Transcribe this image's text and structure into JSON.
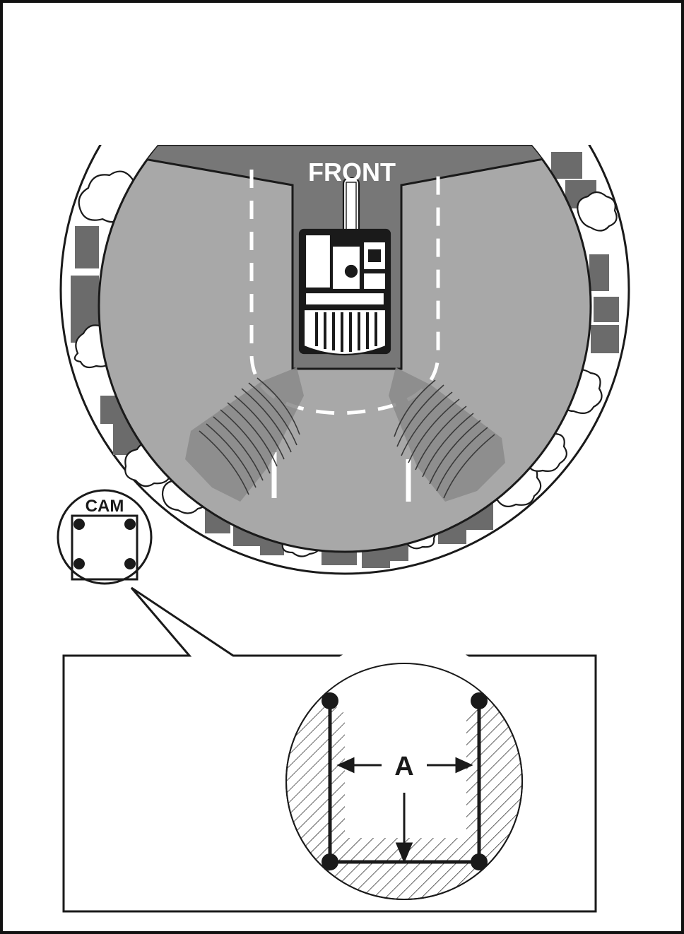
{
  "labels": {
    "front": "FRONT",
    "cam": "CAM",
    "dimension": "A"
  },
  "colors": {
    "outline": "#1a1a1a",
    "road_light": "#a8a8a8",
    "area_dark": "#777777",
    "building": "#6b6b6b",
    "background": "#ffffff"
  },
  "icons": {
    "machine": "excavator-top-view-icon",
    "camera": "camera-housing-icon"
  }
}
